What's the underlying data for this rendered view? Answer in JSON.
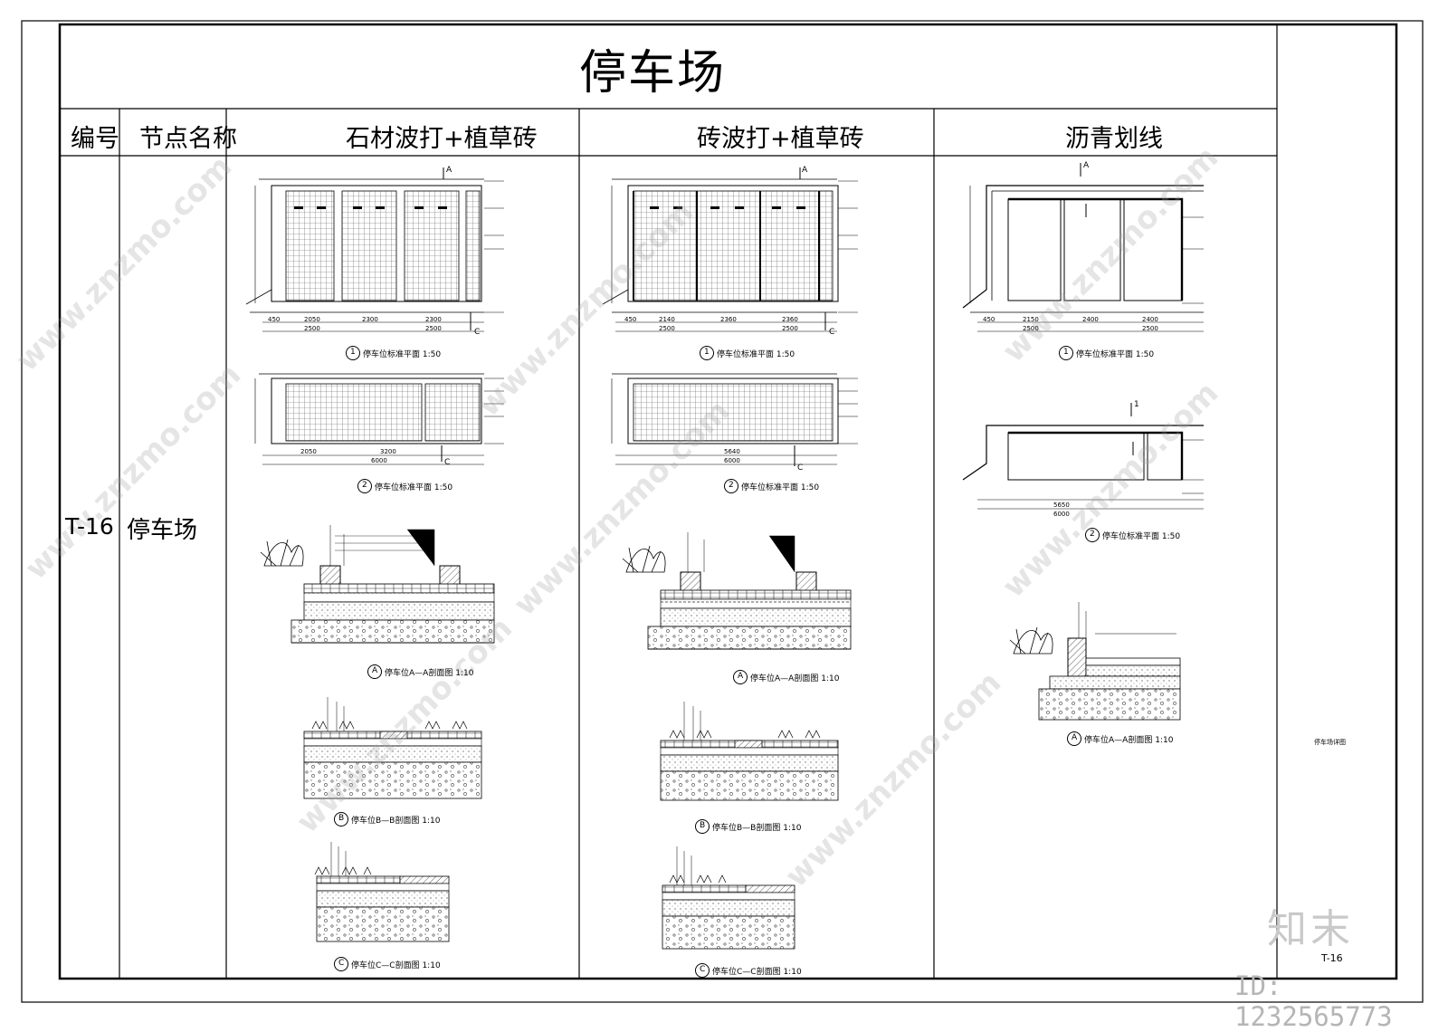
{
  "title": "停车场",
  "headers": {
    "code": "编号",
    "name": "节点名称",
    "col1": "石材波打+植草砖",
    "col2": "砖波打+植草砖",
    "col3": "沥青划线"
  },
  "row": {
    "code": "T-16",
    "name": "停车场"
  },
  "columns": [
    {
      "plan1_caption": "停车位标准平面",
      "plan1_scale": "1:50",
      "plan1_dims": [
        "450",
        "2050",
        "2300",
        "2300",
        "2500",
        "2500"
      ],
      "plan2_caption": "停车位标准平面",
      "plan2_scale": "1:50",
      "plan2_dims": [
        "2050",
        "3200",
        "6000"
      ],
      "secA_caption": "停车位A—A剖面图",
      "secA_scale": "1:10",
      "secB_caption": "停车位B—B剖面图",
      "secB_scale": "1:10",
      "secC_caption": "停车位C—C剖面图",
      "secC_scale": "1:10"
    },
    {
      "plan1_caption": "停车位标准平面",
      "plan1_scale": "1:50",
      "plan1_dims": [
        "450",
        "2140",
        "2360",
        "2360",
        "2500",
        "2500"
      ],
      "plan2_caption": "停车位标准平面",
      "plan2_scale": "1:50",
      "plan2_dims": [
        "5640",
        "6000"
      ],
      "secA_caption": "停车位A—A剖面图",
      "secA_scale": "1:10",
      "secB_caption": "停车位B—B剖面图",
      "secB_scale": "1:10",
      "secC_caption": "停车位C—C剖面图",
      "secC_scale": "1:10"
    },
    {
      "plan1_caption": "停车位标准平面",
      "plan1_scale": "1:50",
      "plan1_dims": [
        "450",
        "2150",
        "2400",
        "2400",
        "2500",
        "2500"
      ],
      "plan2_caption": "停车位标准平面",
      "plan2_scale": "1:50",
      "plan2_dims": [
        "5650",
        "6000"
      ],
      "secA_caption": "停车位A—A剖面图",
      "secA_scale": "1:10"
    }
  ],
  "markers": {
    "one": "1",
    "two": "2",
    "A": "A",
    "B": "B",
    "C": "C"
  },
  "side_note": "停车场详图",
  "sheet_number": "T-16",
  "watermark": {
    "logo": "知末",
    "id": "ID: 1232565773",
    "site": "www.znzmo.com"
  }
}
